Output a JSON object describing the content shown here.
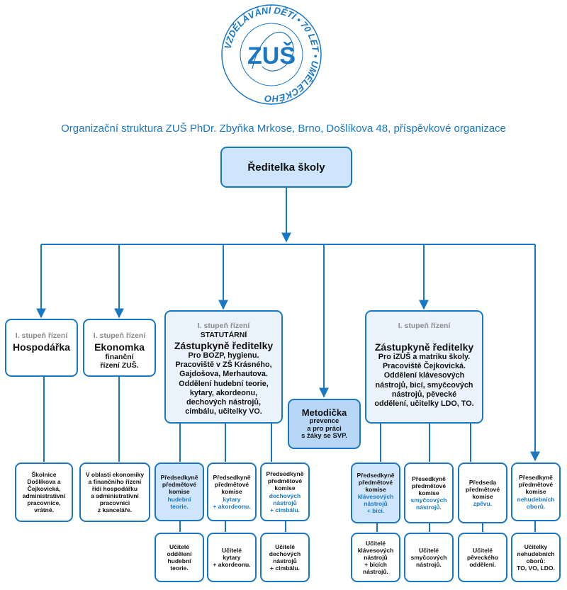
{
  "logo": {
    "ring_text": "VZDĚLÁVÁNÍ DĚTÍ • 70 LET • UMĚLECKÉHO",
    "monogram": "ZUŠ",
    "color": "#1a78c2"
  },
  "subtitle": "Organizační struktura ZUŠ PhDr. Zbyňka Mrkose, Brno, Došlíkova 48, příspěvkové organizace",
  "director": {
    "title": "Ředitelka školy"
  },
  "hospodarka": {
    "level": "I. stupeň řízení",
    "title": "Hospodářka"
  },
  "ekonomka": {
    "level": "I. stupeň řízení",
    "title": "Ekonomka",
    "desc": "finanční\nřízení ZUŠ."
  },
  "statutarni": {
    "level": "I. stupeň řízení",
    "tag": "STATUTÁRNÍ",
    "title": "Zástupkyně ředitelky",
    "desc": "Pro BOZP, hygienu.\nPracoviště v ZŠ Krásného,\nGajdošova, Merhautova.\nOddělení hudební teorie,\nkytary, akordeonu,\ndechových nástrojů,\ncimbálu, učitelky VO."
  },
  "metodicka": {
    "title": "Metodička",
    "desc": "prevence\na pro práci\ns žáky se SVP."
  },
  "zastupkyne2": {
    "level": "I. stupeň řízení",
    "title": "Zástupkyně ředitelky",
    "desc": "Pro iZUŠ a matriku školy.\nPracoviště Čejkovická.\nOddělení klávesových\nnástrojů, bicí, smyčcových\nnástrojů, pěvecké\noddělení, učitelky LDO, TO."
  },
  "hosp_staff": "Školnice\nDošlíkova a\nČejkovická,\nadministrativní\npracovnice,\nvrátné.",
  "ekon_staff": "V oblasti ekonomiky\na finančního řízení\nřídí hospodářku\na administrativní\npracovnici\nz kanceláře.",
  "committees": [
    {
      "head": "Předsedkyně\npředmětové\nkomise",
      "field": "hudební\nteorie."
    },
    {
      "head": "Předsedkyně\npředmětové\nkomise",
      "field": "kytary\n+ akordeonu."
    },
    {
      "head": "Předsedkyně\npředmětové\nkomise",
      "field": "dechových\nnástrojů\n+ cimbálu."
    },
    {
      "head": "Předsedkyně\npředmětové\nkomise",
      "field": "klávesových\nnástrojů\n+ bicí."
    },
    {
      "head": "Přesedkyně\npředmětové\nkomise",
      "field": "smyčcových\nnástrojů."
    },
    {
      "head": "Předseda\npředmětové\nkomise",
      "field": "zpěvu."
    },
    {
      "head": "Přesedkyně\npředmětové\nkomise",
      "field": "nehudebních\noborů."
    }
  ],
  "teachers": [
    "Učitelé\noddělení\nhudební\nteorie.",
    "Učitelé\nkytary\n+ akordeonu.",
    "Učitelé\ndechových\nnástrojů\n+ cimbálu.",
    "Učitelé\nklávesových\nnástrojů\n+ bicích\nnástrojů.",
    "Učitelé\nsmyčcových\nnástrojů.",
    "Učitelé\npěveckého\noddělení.",
    "Učitelky\nnehudebních\noborů:\nTO, VO, LDO."
  ]
}
